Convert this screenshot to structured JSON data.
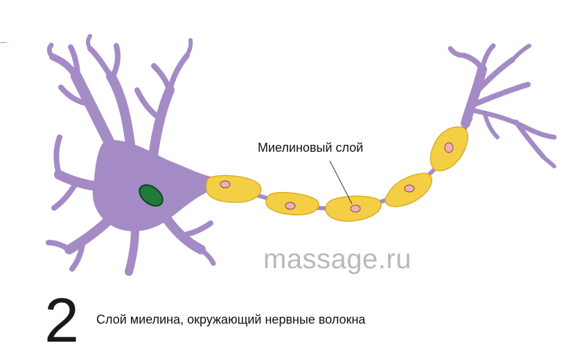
{
  "colors": {
    "neuron": "#a48bc6",
    "myelin": "#f4ce45",
    "myelin_outline": "#d9ae22",
    "nucleus": "#f0aeb8",
    "cell_nucleus": "#1f7a3c"
  },
  "labels": {
    "myelin_layer": "Миелиновый слой",
    "watermark": "massage.ru"
  },
  "figure": {
    "number": "2",
    "caption": "Слой миелина, окружающий нервные волокна"
  }
}
